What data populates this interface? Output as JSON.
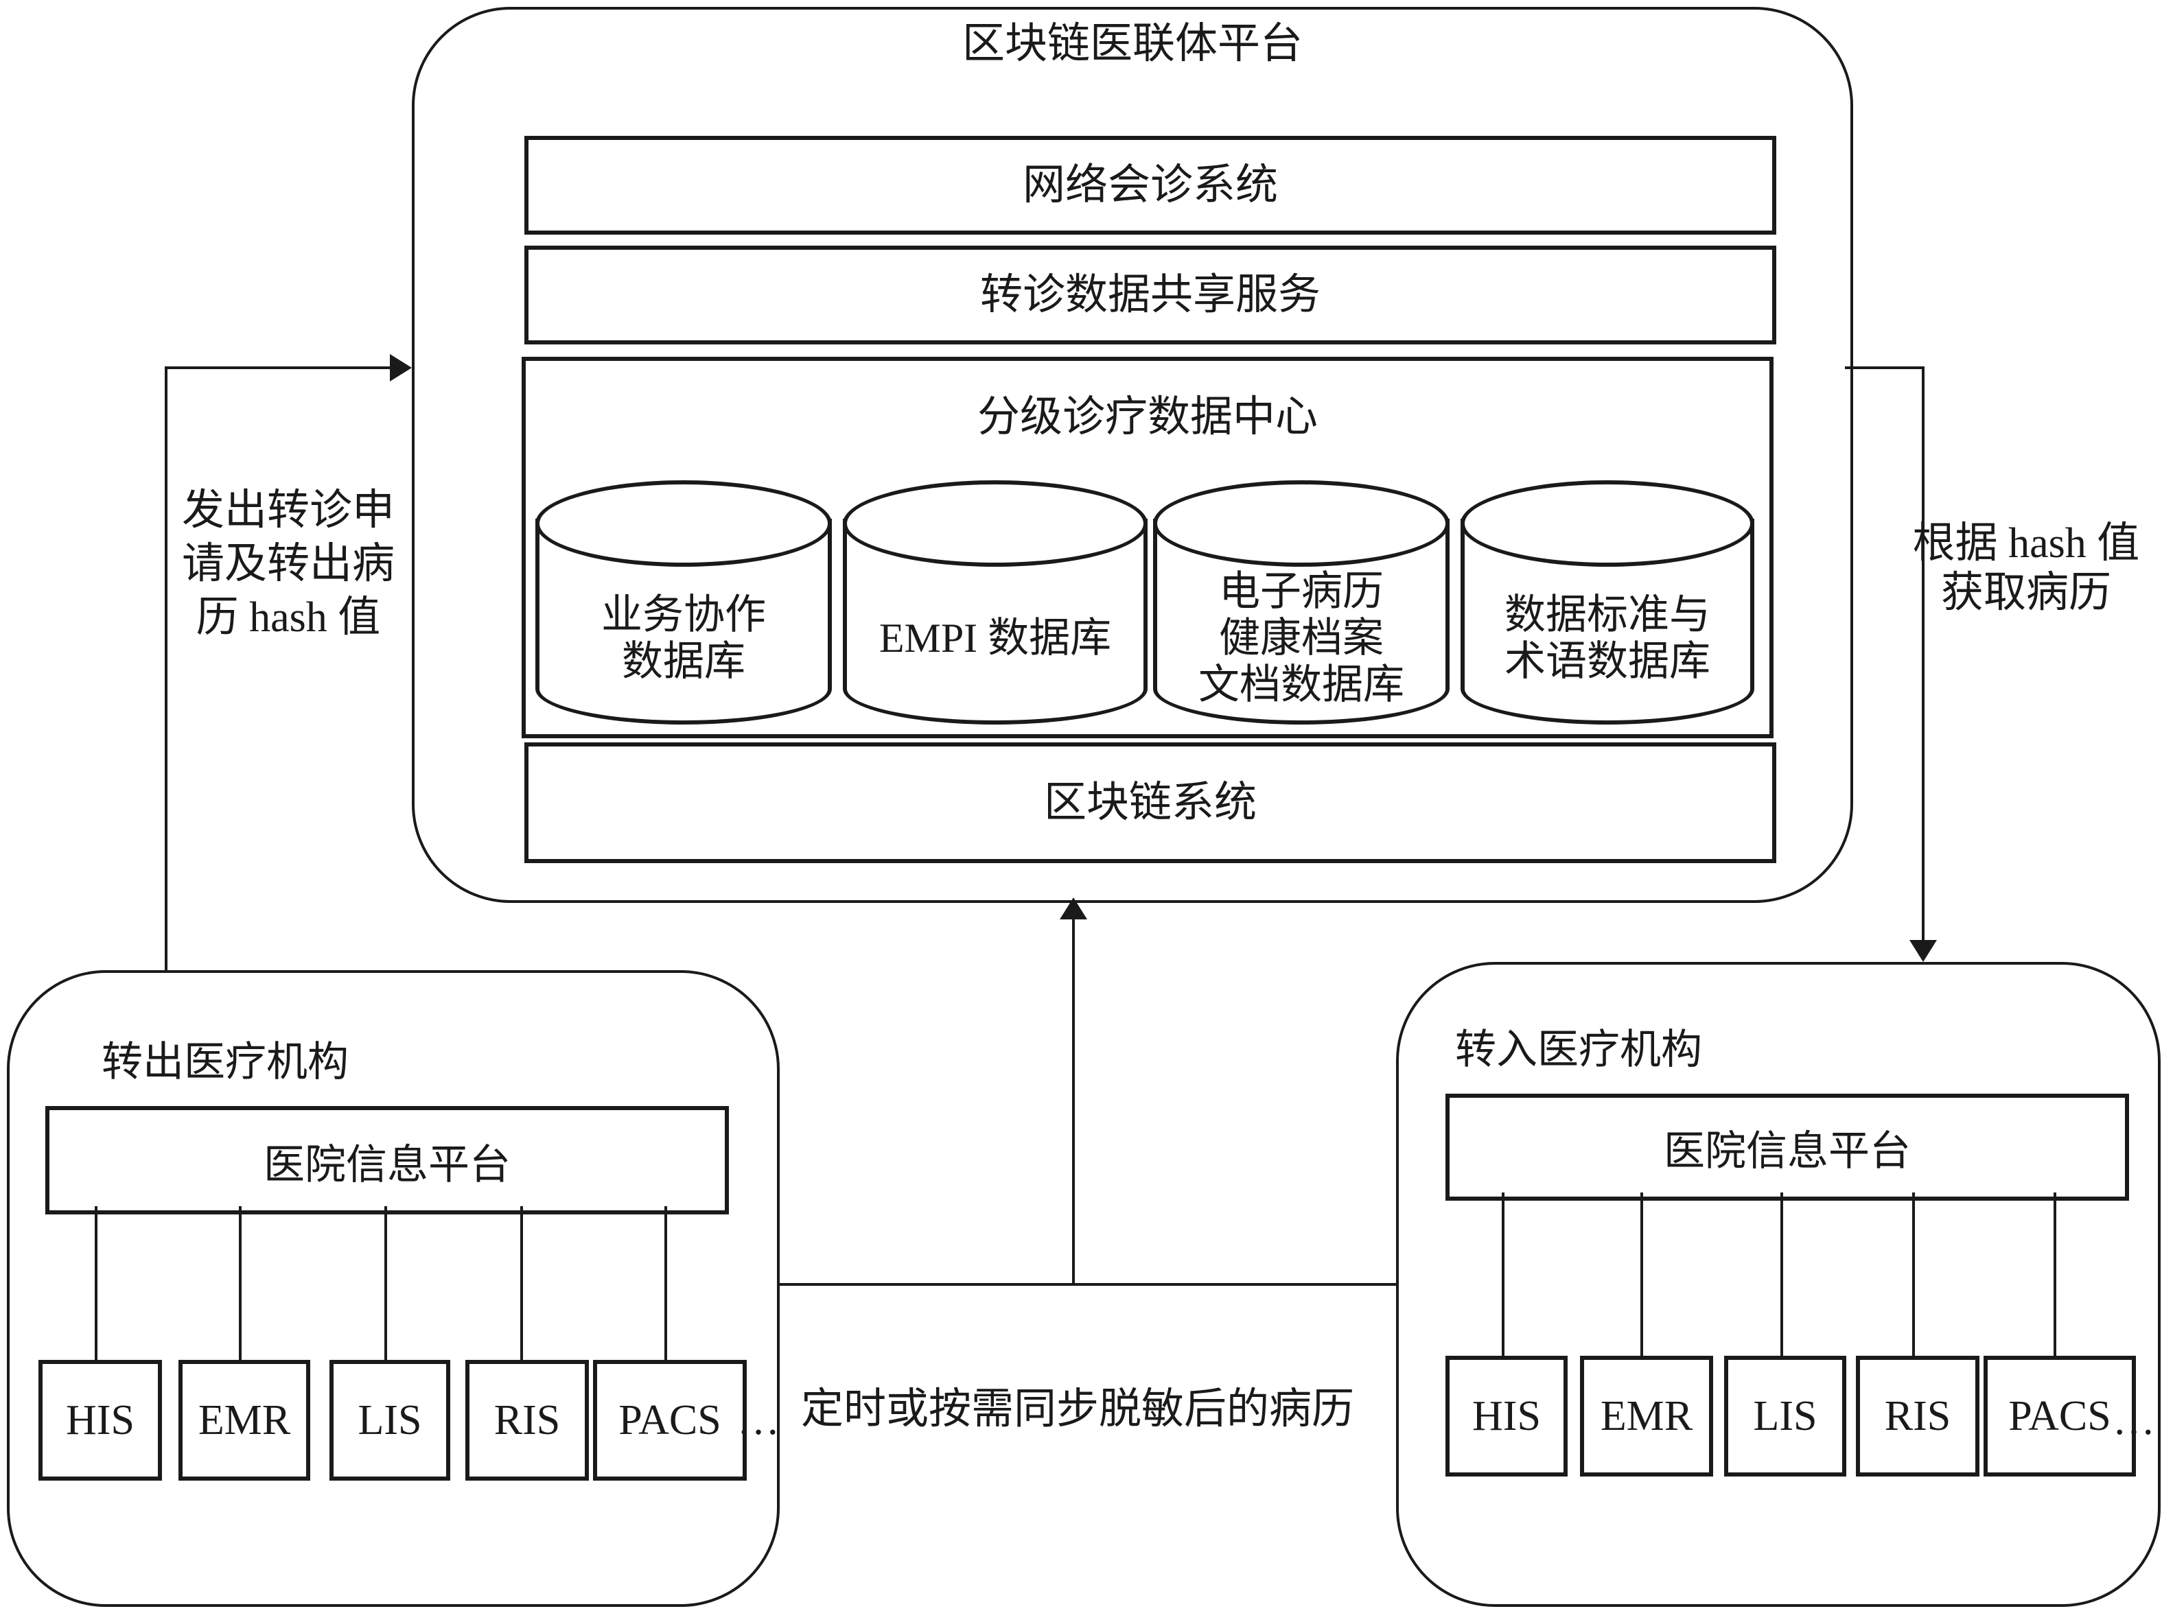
{
  "diagram": {
    "platform": {
      "title": "区块链医联体平台",
      "consult_system": "网络会诊系统",
      "referral_service": "转诊数据共享服务",
      "data_center": {
        "title": "分级诊疗数据中心",
        "databases": [
          {
            "lines": [
              "业务协作",
              "数据库"
            ]
          },
          {
            "lines": [
              "EMPI 数据库"
            ]
          },
          {
            "lines": [
              "电子病历",
              "健康档案",
              "文档数据库"
            ]
          },
          {
            "lines": [
              "数据标准与",
              "术语数据库"
            ]
          }
        ]
      },
      "blockchain_system": "区块链系统"
    },
    "flows": {
      "send_referral_lines": [
        "发出转诊申",
        "请及转出病",
        "历 hash 值"
      ],
      "fetch_record_lines": [
        "根据 hash 值",
        "获取病历"
      ],
      "sync_record": "定时或按需同步脱敏后的病历"
    },
    "source_org": {
      "title": "转出医疗机构",
      "platform": "医院信息平台",
      "systems": [
        "HIS",
        "EMR",
        "LIS",
        "RIS",
        "PACS"
      ],
      "ellipsis": "…"
    },
    "target_org": {
      "title": "转入医疗机构",
      "platform": "医院信息平台",
      "systems": [
        "HIS",
        "EMR",
        "LIS",
        "RIS",
        "PACS"
      ],
      "ellipsis": "…"
    }
  },
  "colors": {
    "stroke": "#1a1a1a",
    "background": "#ffffff"
  }
}
